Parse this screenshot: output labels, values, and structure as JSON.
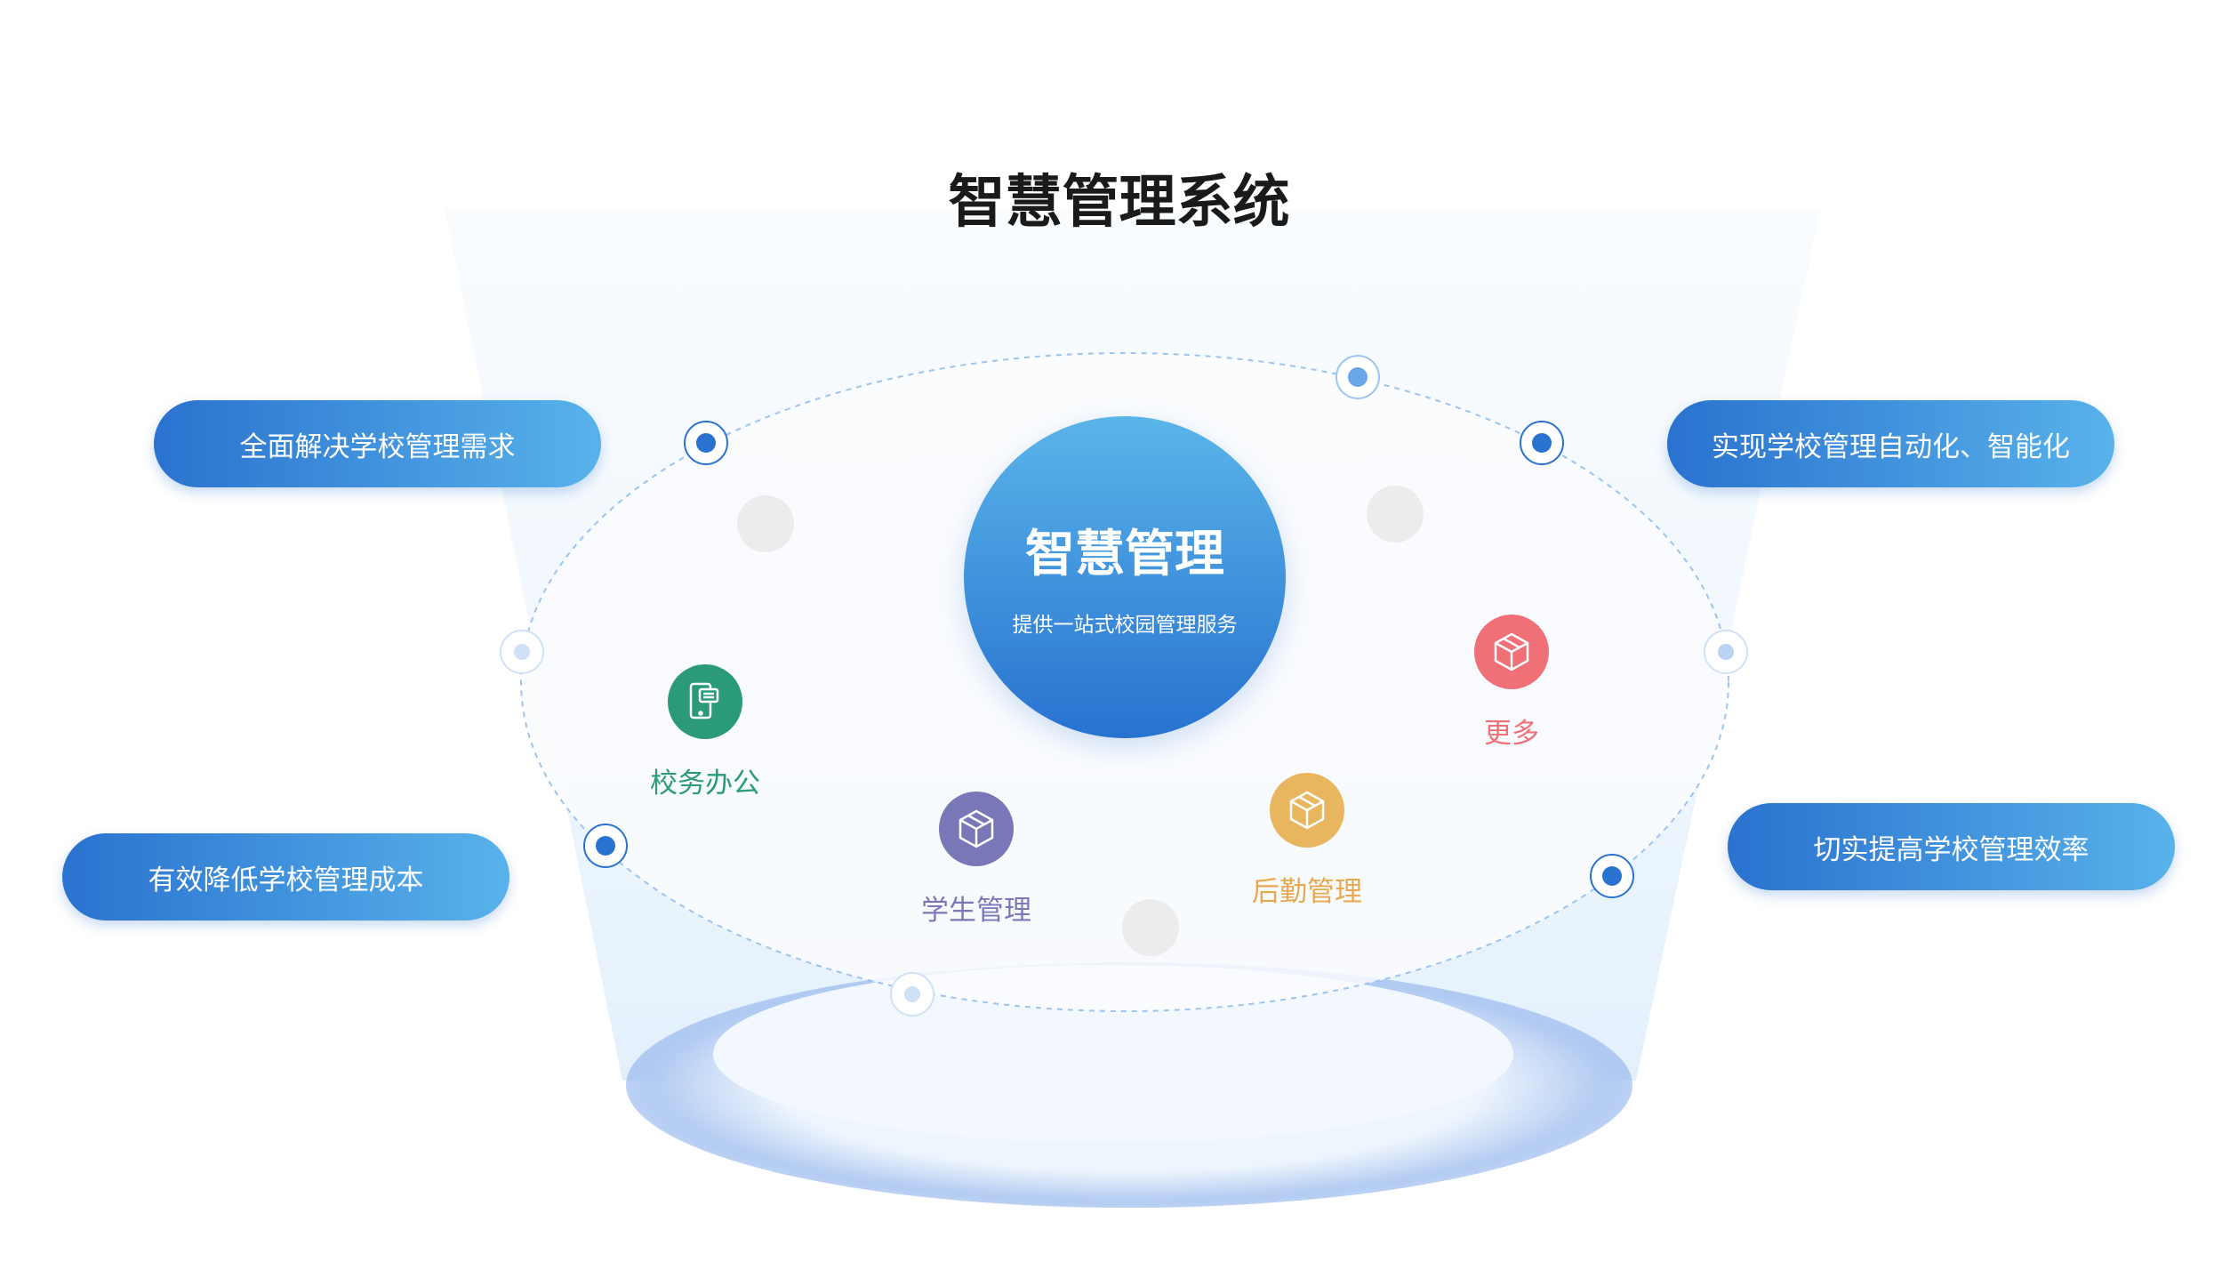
{
  "title": "智慧管理系统",
  "core": {
    "title": "智慧管理",
    "subtitle": "提供一站式校园管理服务"
  },
  "pills": {
    "left_top": "全面解决学校管理需求",
    "left_bottom": "有效降低学校管理成本",
    "right_top": "实现学校管理自动化、智能化",
    "right_bottom": "切实提高学校管理效率"
  },
  "modules": [
    {
      "label": "校务办公",
      "icon": "phone-message-icon",
      "color": "#2a9a7a"
    },
    {
      "label": "学生管理",
      "icon": "box-icon",
      "color": "#7878b8"
    },
    {
      "label": "后勤管理",
      "icon": "box-icon",
      "color": "#e8b65e"
    },
    {
      "label": "更多",
      "icon": "box-icon",
      "color": "#f07078"
    }
  ]
}
